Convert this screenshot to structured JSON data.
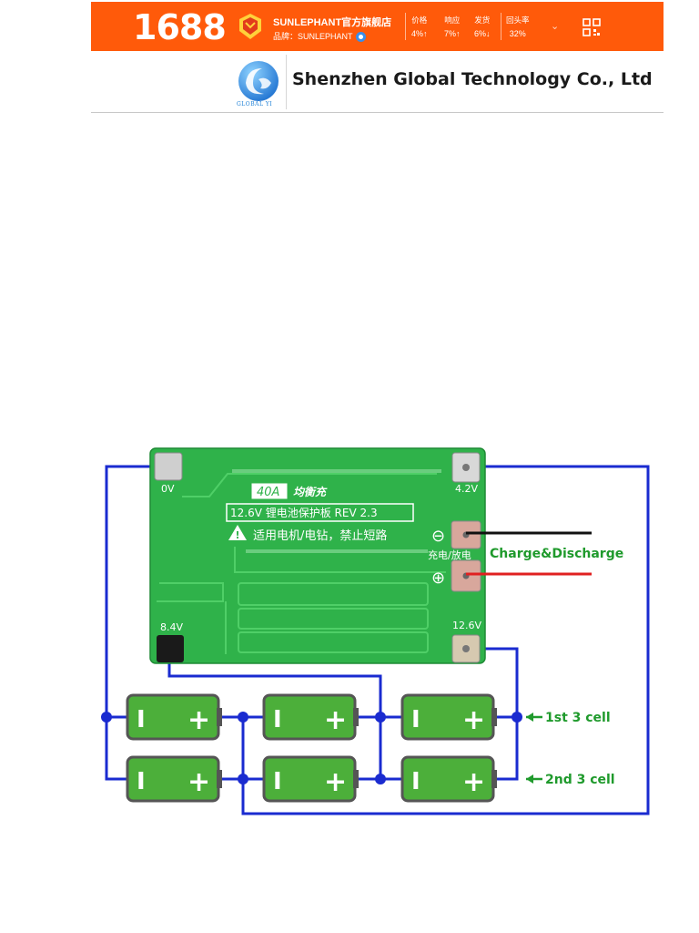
{
  "header": {
    "logo_text": "1688",
    "shop_name": "SUNLEPHANT官方旗舰店",
    "brand_line": "品牌：SUNLEPHANT",
    "stats": [
      {
        "label": "价格",
        "value": "4%↑"
      },
      {
        "label": "响应",
        "value": "7%↑"
      },
      {
        "label": "发货",
        "value": "6%↓"
      },
      {
        "label": "回头率",
        "value": "32%"
      }
    ]
  },
  "company": {
    "logo_caption": "GLOBAL YI",
    "name": "Shenzhen Global Technology Co., Ltd"
  },
  "diagram": {
    "pcb": {
      "model": "40A",
      "model_cn": "均衡充",
      "spec_line": "12.6V 锂电池保护板 REV 2.3",
      "warning": "适用电机/电钻，禁止短路",
      "pad_0v": "0V",
      "pad_42v": "4.2V",
      "pad_84v": "8.4V",
      "pad_126v": "12.6V",
      "charge_label": "充电/放电",
      "minus_symbol": "⊖",
      "plus_symbol": "⊕"
    },
    "charge_discharge_label": "Charge&Discharge",
    "row1_label": "1st 3 cell",
    "row2_label": "2nd 3 cell",
    "cell_minus": "I",
    "cell_plus": "+"
  },
  "colors": {
    "brand_orange": "#ff5a0a",
    "pcb_green": "#2fb24a",
    "wire_blue": "#1a2bd0",
    "cell_green": "#4caf3a",
    "label_green": "#1f9a2c",
    "wire_red": "#e02020"
  }
}
